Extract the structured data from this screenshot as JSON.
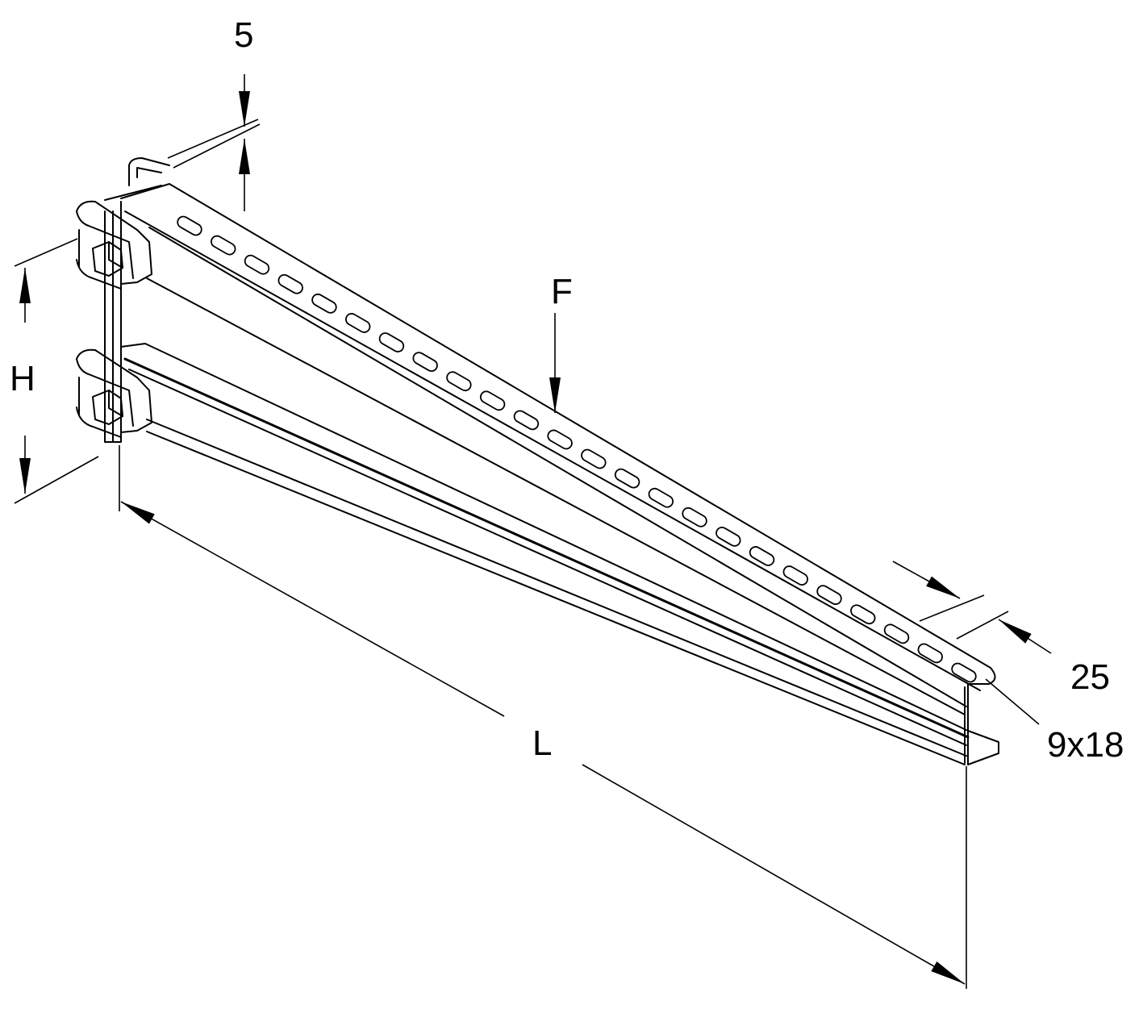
{
  "drawing": {
    "subject": "cantilever-arm-bracket",
    "line_color": "#000000",
    "background": "#ffffff",
    "dimensions": {
      "thickness": "5",
      "load": "F",
      "height": "H",
      "flange_width": "25",
      "slot_size": "9x18",
      "length": "L"
    },
    "slot_count": 24
  }
}
